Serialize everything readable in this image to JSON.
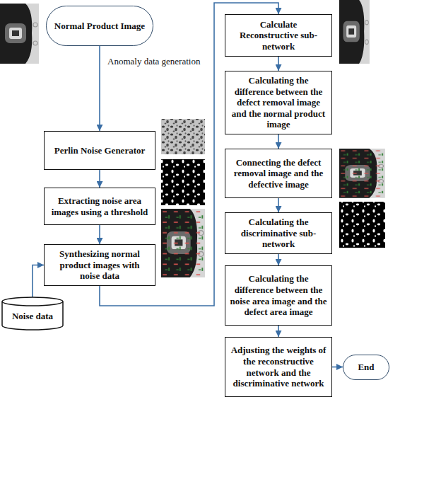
{
  "diagram": {
    "nodes": [
      {
        "text": [
          "Normal Product Image"
        ]
      },
      {
        "text": [
          "Perlin Noise Generator"
        ]
      },
      {
        "text": [
          "Extracting noise area images using a threshold"
        ]
      },
      {
        "text": [
          "Synthesizing normal product images with noise data"
        ]
      },
      {
        "text": [
          "Noise data"
        ]
      },
      {
        "text": [
          "Calculate Reconstructive sub-network"
        ]
      },
      {
        "text": [
          "Calculating the difference between the defect removal image and the normal product image"
        ]
      },
      {
        "text": [
          "Connecting the defect removal image and the defective image"
        ]
      },
      {
        "text": [
          "Calculating the discriminative sub-network"
        ]
      },
      {
        "text": [
          "Calculating the difference between the noise area image and the defect area image"
        ]
      },
      {
        "text": [
          "Adjusting the weights of the reconstructive network and the discriminative network"
        ]
      },
      {
        "text": [
          "End"
        ]
      }
    ],
    "edges": [
      {
        "from": 0,
        "to": 1,
        "arrow": "to"
      },
      {
        "from": 1,
        "to": 2,
        "arrow": "to"
      },
      {
        "from": 2,
        "to": 3,
        "arrow": "to"
      },
      {
        "from": 4,
        "to": 3,
        "arrow": "to"
      },
      {
        "from": 3,
        "to": 5,
        "arrow": "to"
      },
      {
        "from": 5,
        "to": 6,
        "arrow": "to"
      },
      {
        "from": 6,
        "to": 7,
        "arrow": "to"
      },
      {
        "from": 7,
        "to": 8,
        "arrow": "to"
      },
      {
        "from": 8,
        "to": 9,
        "arrow": "to"
      },
      {
        "from": 9,
        "to": 10,
        "arrow": "to"
      },
      {
        "from": 10,
        "to": 11,
        "arrow": "to"
      }
    ],
    "labels": [
      "Anomaly data generation"
    ]
  }
}
